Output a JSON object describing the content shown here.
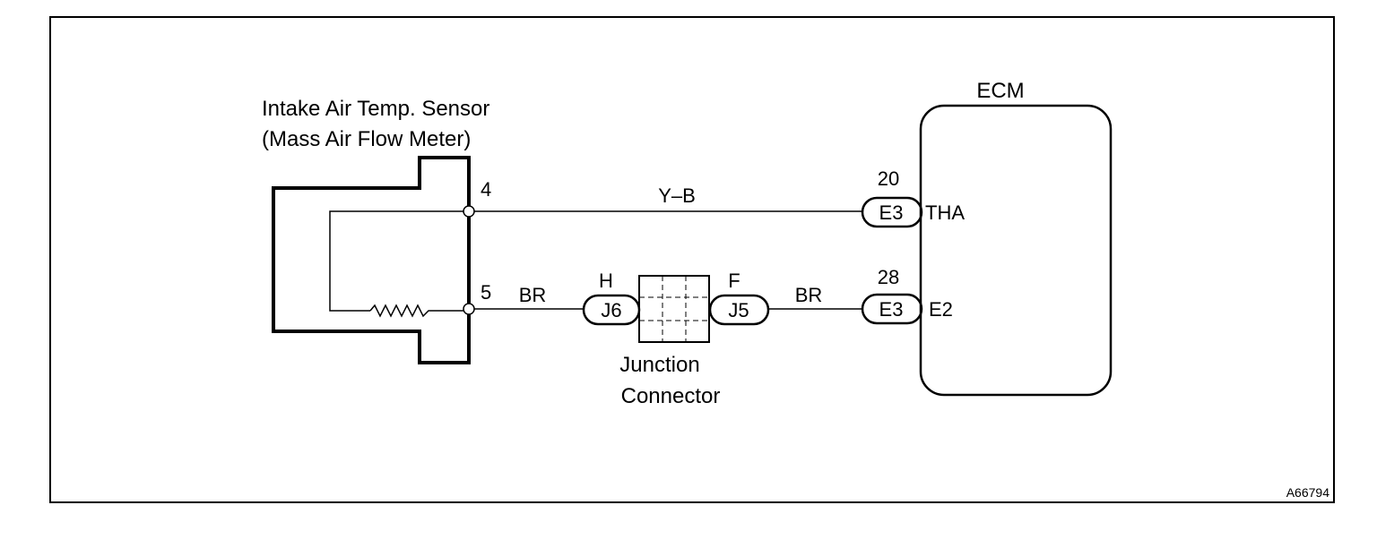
{
  "sensor": {
    "title_line1": "Intake Air Temp. Sensor",
    "title_line2": "(Mass Air Flow Meter)",
    "pin_top": "4",
    "pin_bottom": "5"
  },
  "ecm": {
    "title": "ECM",
    "pin_top_number": "20",
    "pin_top_connector": "E3",
    "pin_top_signal": "THA",
    "pin_bottom_number": "28",
    "pin_bottom_connector": "E3",
    "pin_bottom_signal": "E2"
  },
  "wires": {
    "top_color": "Y–B",
    "bottom_left_color": "BR",
    "bottom_right_color": "BR"
  },
  "junction": {
    "left_pin": "H",
    "left_connector": "J6",
    "right_pin": "F",
    "right_connector": "J5",
    "label_line1": "Junction",
    "label_line2": "Connector"
  },
  "figure_code": "A66794"
}
